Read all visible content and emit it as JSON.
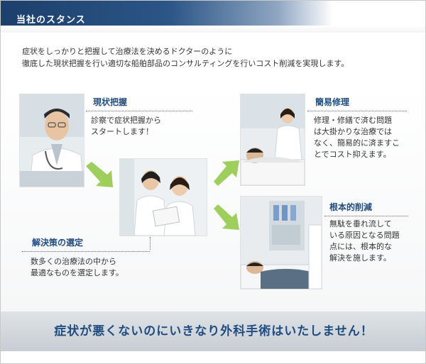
{
  "header": {
    "title": "当社のスタンス"
  },
  "intro": {
    "line1": "症状をしっかりと把握して治療法を決めるドクターのように",
    "line2": "徹底した現状把握を行い適切な船舶部品のコンサルティングを行いコスト削減を実現します。"
  },
  "steps": {
    "grasp": {
      "title": "現状把握",
      "body": [
        "診察で症状把握から",
        "スタートします！"
      ]
    },
    "select": {
      "title": "解決策の選定",
      "body": [
        "数多くの治療法の中から",
        "最適なものを選定します。"
      ]
    },
    "simple": {
      "title": "簡易修理",
      "body": [
        "修理・修繕で済む問題",
        "は大掛かりな治療では",
        "なく、簡易的に済ますこ",
        "とでコスト抑えます。"
      ]
    },
    "root": {
      "title": "根本的削減",
      "body": [
        "無駄を垂れ流して",
        "いる原因となる問題",
        "点には、根本的な",
        "解決を施します。"
      ]
    }
  },
  "footer": {
    "message": "症状が悪くないのにいきなり外科手術はいたしません！"
  },
  "icons": [
    "arrow-right-down-icon",
    "arrow-up-right-icon",
    "arrow-down-right-icon"
  ],
  "colors": {
    "navy": "#1f4c80",
    "arrow_green": "#93c94a",
    "header_dark": "#1c3f6c"
  }
}
